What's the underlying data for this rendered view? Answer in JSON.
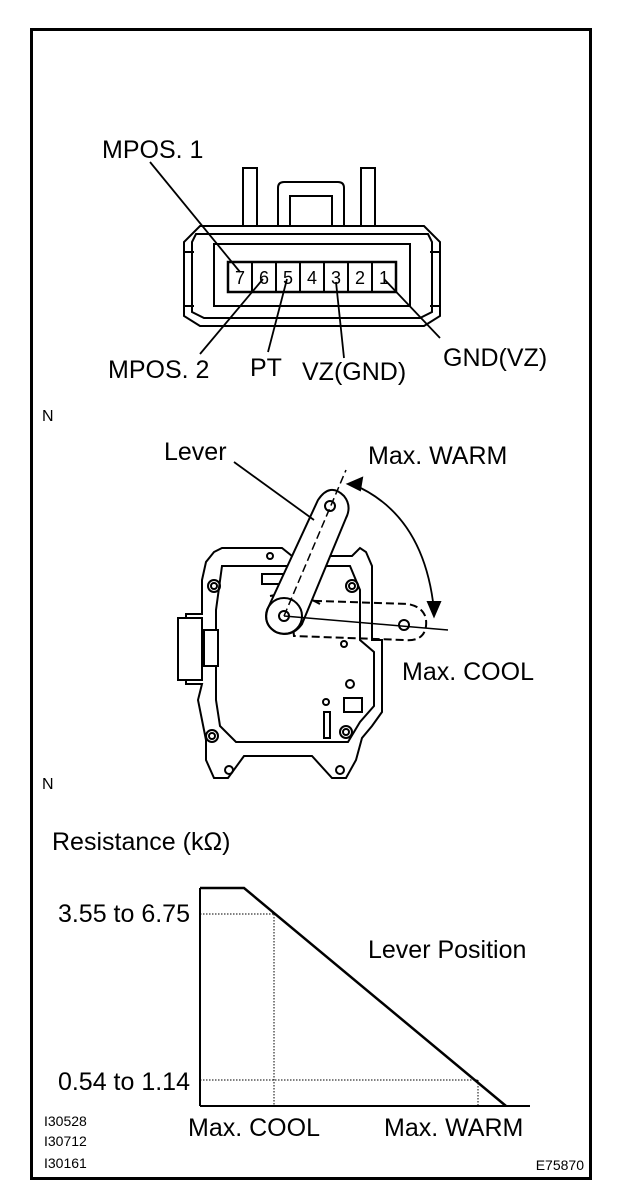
{
  "connector": {
    "pin_numbers": [
      "7",
      "6",
      "5",
      "4",
      "3",
      "2",
      "1"
    ],
    "labels": {
      "mpos1": "MPOS. 1",
      "mpos2": "MPOS. 2",
      "pt": "PT",
      "vz_gnd": "VZ(GND)",
      "gnd_vz": "GND(VZ)"
    }
  },
  "section_marks": [
    "N",
    "N"
  ],
  "actuator": {
    "lever": "Lever",
    "max_warm": "Max. WARM",
    "max_cool": "Max. COOL"
  },
  "graph": {
    "y_title": "Resistance (kΩ)",
    "y_high": "3.55 to 6.75",
    "y_low": "0.54 to 1.14",
    "x_left": "Max. COOL",
    "x_right": "Max. WARM",
    "curve_label": "Lever Position"
  },
  "figure_codes": [
    "I30528",
    "I30712",
    "I30161"
  ],
  "figure_id": "E75870",
  "chart_data": {
    "type": "line",
    "title": "",
    "ylabel": "Resistance (kΩ)",
    "xlabel": "Lever Position",
    "x_categories": [
      "Max. COOL",
      "Max. WARM"
    ],
    "y_ticks": [
      "3.55 to 6.75",
      "0.54 to 1.14"
    ],
    "series": [
      {
        "values": [
          {
            "x": "Max. COOL",
            "y": "3.55 to 6.75"
          },
          {
            "x": "Max. WARM",
            "y": "0.54 to 1.14"
          }
        ]
      }
    ],
    "grid": false
  }
}
